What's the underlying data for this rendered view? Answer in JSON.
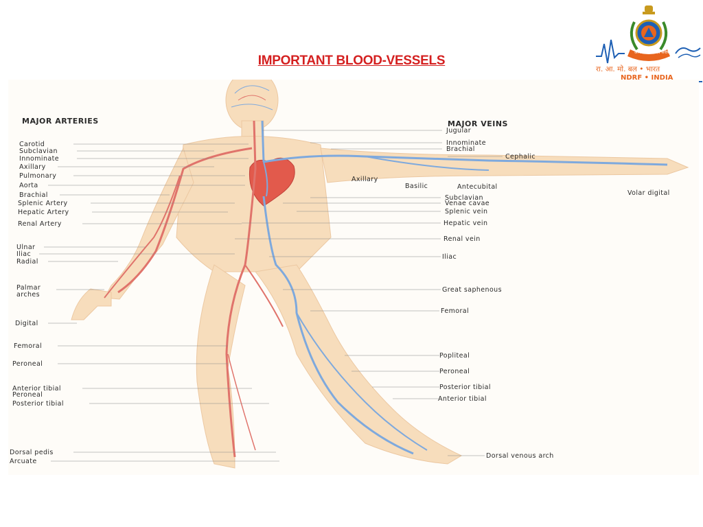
{
  "slide": {
    "title": "IMPORTANT BLOOD-VESSELS"
  },
  "logo": {
    "emblem_motto": "आपदा सेवा सदैव सर्वत्र",
    "hindi_text": "रा. आ. मो. बल • भारत",
    "english_text": "NDRF • INDIA",
    "colors": {
      "orange": "#e8651e",
      "blue": "#1d5fb4",
      "gold": "#c89a1e"
    }
  },
  "diagram": {
    "arteries_header": "MAJOR ARTERIES",
    "veins_header": "MAJOR VEINS",
    "arteries": [
      {
        "label": "Carotid"
      },
      {
        "label": "Subclavian"
      },
      {
        "label": "Innominate"
      },
      {
        "label": "Axillary"
      },
      {
        "label": "Pulmonary"
      },
      {
        "label": "Aorta"
      },
      {
        "label": "Brachial"
      },
      {
        "label": "Splenic Artery"
      },
      {
        "label": "Hepatic Artery"
      },
      {
        "label": "Renal Artery"
      },
      {
        "label": "Ulnar"
      },
      {
        "label": "Iliac"
      },
      {
        "label": "Radial"
      },
      {
        "label": "Palmar"
      },
      {
        "label": "arches"
      },
      {
        "label": "Digital"
      },
      {
        "label": "Femoral"
      },
      {
        "label": "Peroneal"
      },
      {
        "label": "Anterior tibial"
      },
      {
        "label": "Peroneal"
      },
      {
        "label": "Posterior tibial"
      },
      {
        "label": "Dorsal pedis"
      },
      {
        "label": "Arcuate"
      }
    ],
    "veins": [
      {
        "label": "Jugular"
      },
      {
        "label": "Innominate"
      },
      {
        "label": "Brachial"
      },
      {
        "label": "Cephalic"
      },
      {
        "label": "Axillary"
      },
      {
        "label": "Basilic"
      },
      {
        "label": "Antecubital"
      },
      {
        "label": "Volar digital"
      },
      {
        "label": "Subclavian"
      },
      {
        "label": "Venae cavae"
      },
      {
        "label": "Splenic vein"
      },
      {
        "label": "Hepatic vein"
      },
      {
        "label": "Renal vein"
      },
      {
        "label": "Iliac"
      },
      {
        "label": "Great saphenous"
      },
      {
        "label": "Femoral"
      },
      {
        "label": "Popliteal"
      },
      {
        "label": "Peroneal"
      },
      {
        "label": "Posterior tibial"
      },
      {
        "label": "Anterior tibial"
      },
      {
        "label": "Dorsal venous arch"
      }
    ],
    "colors": {
      "artery": "#e0736b",
      "vein": "#7ea9dd",
      "skin": "#f6d2a6",
      "heart": "#e25a4c"
    }
  }
}
